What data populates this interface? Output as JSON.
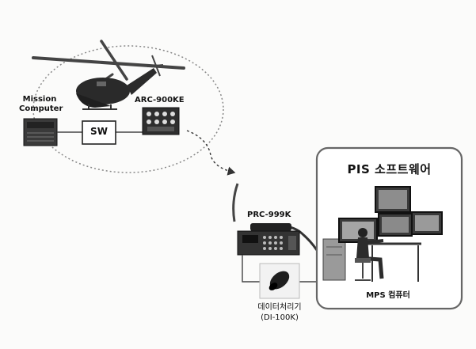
{
  "diagram": {
    "aircraft_group": {
      "mission_computer_label": [
        "Mission",
        "Computer"
      ],
      "switch_label": "SW",
      "radio_label": "ARC-900KE"
    },
    "ground_radio_label": "PRC-999K",
    "data_processor": {
      "name": "데이터처리기",
      "model": "(DI-100K)"
    },
    "pis_box": {
      "title": "PIS 소프트웨어",
      "computer_label": "MPS 컴퓨터"
    }
  }
}
